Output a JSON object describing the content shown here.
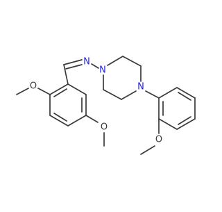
{
  "molecule": {
    "atom_colors": {
      "carbon_bond": "#3a3a3a",
      "nitrogen": "#1f1fe8",
      "oxygen": "#3a3a3a"
    },
    "labels": {
      "imine_n": "N",
      "piperazine_n1": "N",
      "piperazine_n4": "N",
      "o_ortho_left": "O",
      "o_meta_left": "O",
      "o_ortho_right": "O"
    }
  }
}
